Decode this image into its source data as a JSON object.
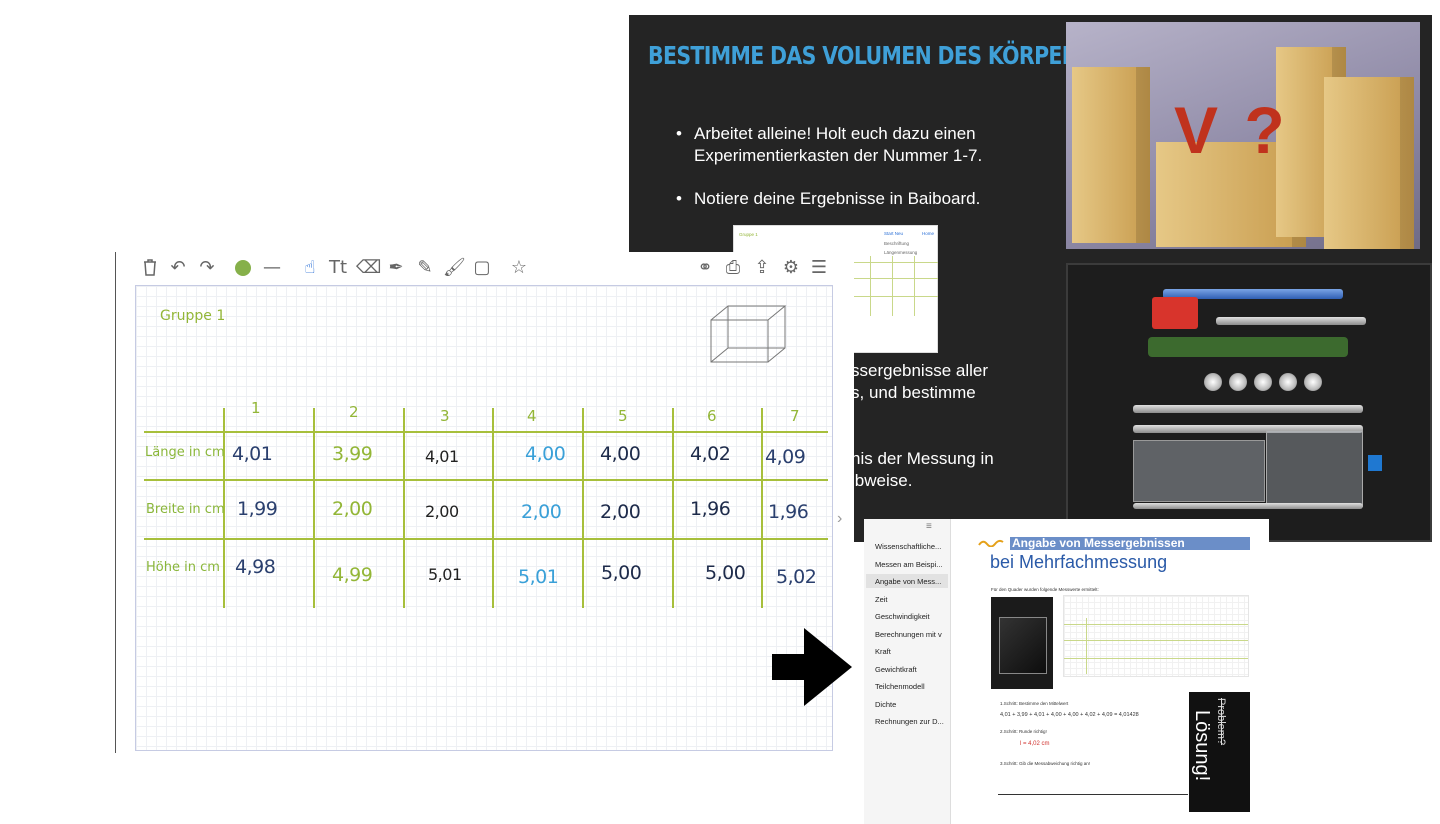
{
  "slide": {
    "title": "BESTIMME DAS VOLUMEN DES KÖRPERS",
    "bullet1_line1": "Arbeitet alleine! Holt euch dazu einen",
    "bullet1_line2": "Experimentierkasten der Nummer 1-7.",
    "bullet2": "Notiere deine Ergebnisse in Baiboard.",
    "partial1_line1": "ssergebnisse aller",
    "partial1_line2": "s, und bestimme",
    "partial2_line1": "nis der Messung in",
    "partial2_line2": "ibweise.",
    "photo_text": "V ?",
    "bullet_glyph": "•"
  },
  "mini_board": {
    "title": "Gruppe 1",
    "menu_left": "Start Neu",
    "menu_right": "Home",
    "menu_item1": "Beschriftung",
    "menu_item2": "Längenmessung"
  },
  "whiteboard": {
    "toolbar_icons": [
      "trash-icon",
      "undo-icon",
      "redo-icon",
      "color-icon",
      "line-width-icon",
      "hand-icon",
      "text-icon",
      "eraser-icon",
      "pen-icon",
      "pencil-icon",
      "brush-icon",
      "shape-icon",
      "favorite-icon",
      "link-icon",
      "clip-icon",
      "share-icon",
      "settings-icon",
      "menu-icon"
    ],
    "group_label": "Gruppe 1",
    "columns": [
      "1",
      "2",
      "3",
      "4",
      "5",
      "6",
      "7"
    ],
    "rows": [
      {
        "label": "Länge in cm",
        "values": [
          "4,01",
          "3,99",
          "4,01",
          "4,00",
          "4,00",
          "4,02",
          "4,09"
        ]
      },
      {
        "label": "Breite in cm",
        "values": [
          "1,99",
          "2,00",
          "2,00",
          "2,00",
          "2,00",
          "1,96",
          "1,96"
        ]
      },
      {
        "label": "Höhe in cm",
        "values": [
          "4,98",
          "4,99",
          "5,01",
          "5,01",
          "5,00",
          "5,00",
          "5,02"
        ]
      }
    ],
    "value_colors": [
      "navy",
      "green",
      "black",
      "blue",
      "dark",
      "dark",
      "navy"
    ],
    "chevron": "›"
  },
  "document": {
    "sidebar_items": [
      "Wissenschaftliche...",
      "Messen am Beispi...",
      "Angabe von Mess...",
      "Zeit",
      "Geschwindigkeit",
      "Berechnungen mit v",
      "Kraft",
      "Gewichtkraft",
      "Teilchenmodell",
      "Dichte",
      "Rechnungen zur D..."
    ],
    "active_index": 2,
    "banner": "Angabe von Messergebnissen",
    "heading": "bei Mehrfachmessung",
    "intro": "Für den Quader wurden folgende Messwerte ermittelt:",
    "step1": "1.Schritt: Bestimme den Mittelwert",
    "formula": "4,01 + 3,99 + 4,01 + 4,00 + 4,00 + 4,02 + 4,09   = 4,01428",
    "step2": "2.Schritt: Runde richtig!",
    "rounded": "l = 4,02 cm",
    "step3": "3.Schritt: Gib die Messabweichung richtig an!",
    "solution_top": "Problem?",
    "solution_word": "Lösung!"
  },
  "colors": {
    "slide_bg": "#242424",
    "slide_title": "#3fa0d8",
    "table_lines": "#a7bf3c",
    "banner": "#6b8ec8",
    "heading": "#2a5aa8"
  }
}
